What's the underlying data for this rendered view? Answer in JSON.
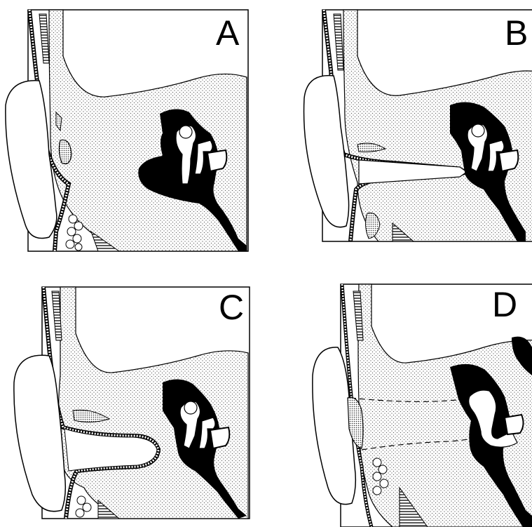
{
  "panels": [
    {
      "label": "A"
    },
    {
      "label": "B"
    },
    {
      "label": "C"
    },
    {
      "label": "D"
    }
  ],
  "colors": {
    "ink": "#000000",
    "paper": "#ffffff",
    "stipple": "#5a5a5a"
  }
}
